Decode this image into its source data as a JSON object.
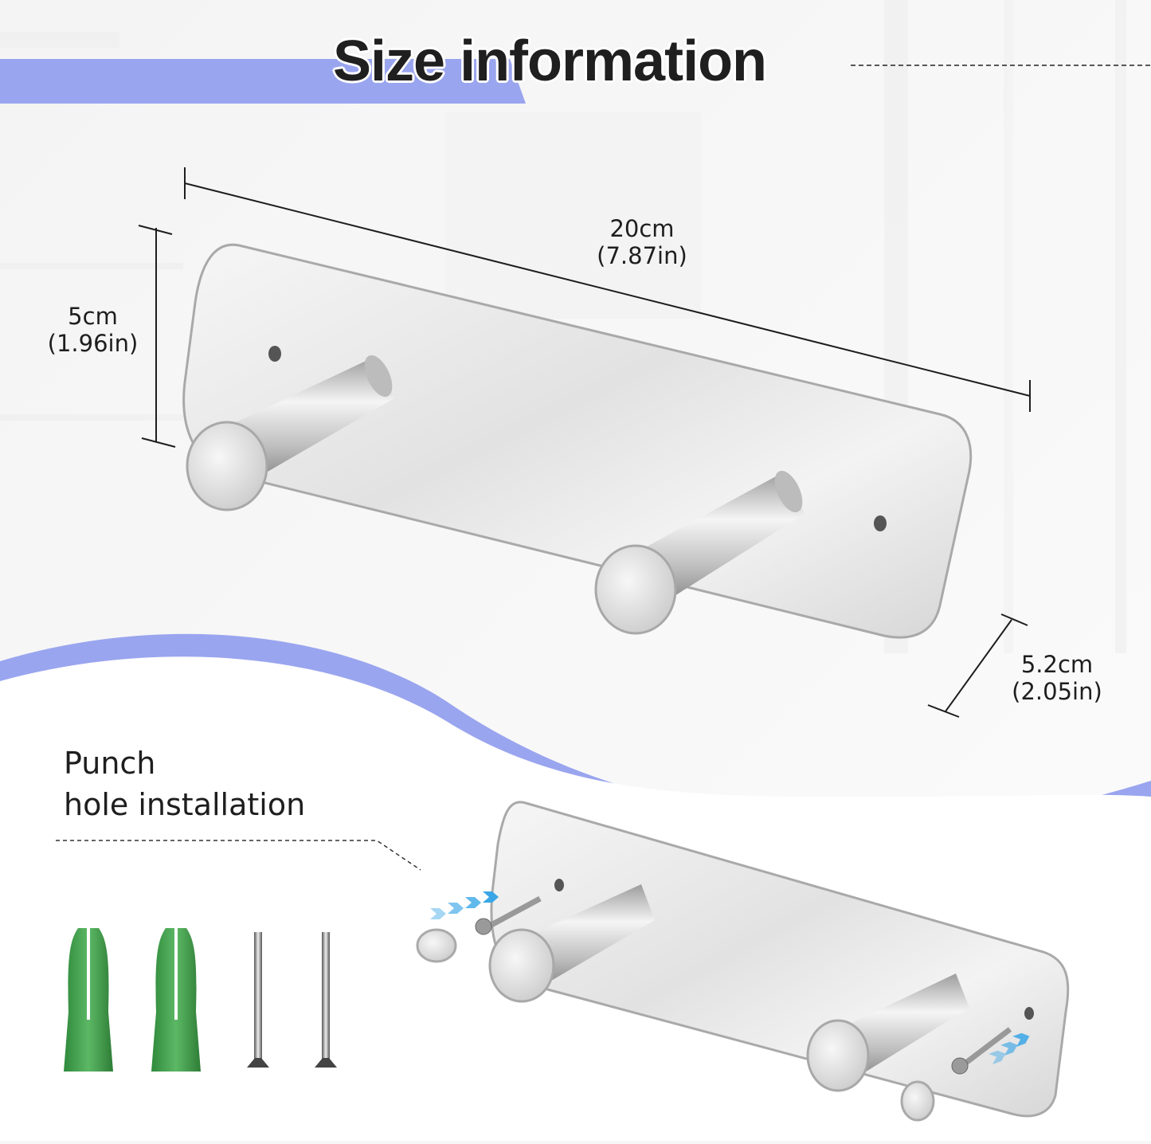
{
  "header": {
    "title": "Size information",
    "accent_color": "#9aa5ef"
  },
  "product": {
    "name_icon": "double-hook-rack-icon",
    "hook_count": 2,
    "material_color": "#d8d8d8"
  },
  "dimensions": {
    "length": {
      "cm": "20cm",
      "in": "(7.87in)"
    },
    "height": {
      "cm": "5cm",
      "in": "(1.96in)"
    },
    "depth": {
      "cm": "5.2cm",
      "in": "(2.05in)"
    }
  },
  "installation": {
    "line1": "Punch",
    "line2": "hole installation",
    "accessories": [
      {
        "type": "wall-anchor",
        "color": "#4fa356"
      },
      {
        "type": "wall-anchor",
        "color": "#4fa356"
      },
      {
        "type": "screw",
        "color": "#9a9a9a"
      },
      {
        "type": "screw",
        "color": "#9a9a9a"
      }
    ],
    "arrow_color": "#3aa6e6"
  }
}
